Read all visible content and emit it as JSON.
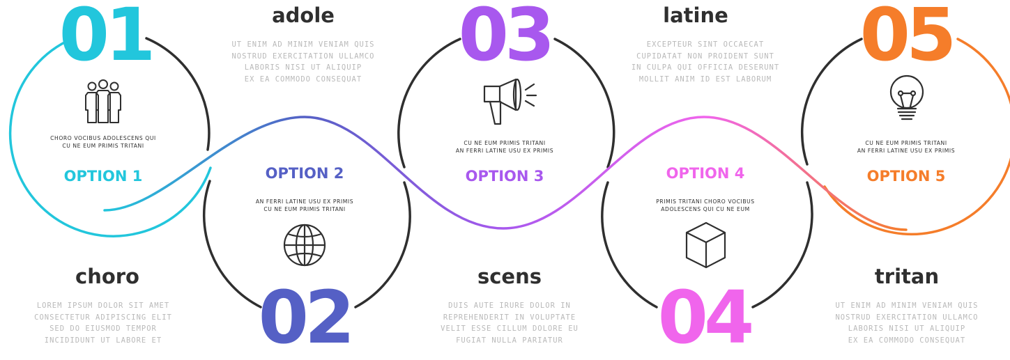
{
  "colors": {
    "opt1": "#22c6dc",
    "opt2": "#5560c5",
    "opt3": "#a858ee",
    "opt4": "#f065ec",
    "opt5": "#f57d2a",
    "dark": "#2f2f2f",
    "muted": "#b9b9b9"
  },
  "options": [
    {
      "number": "01",
      "label": "OPTION 1",
      "text": [
        "CHORO VOCIBUS ADOLESCENS QUI",
        "CU NE EUM PRIMIS TRITANI"
      ],
      "icon": "people-icon",
      "title": "choro",
      "description": [
        "LOREM IPSUM DOLOR SIT AMET",
        "CONSECTETUR ADIPISCING ELIT",
        "SED DO EIUSMOD TEMPOR",
        "INCIDIDUNT UT LABORE ET"
      ]
    },
    {
      "number": "02",
      "label": "OPTION 2",
      "text": [
        "AN FERRI LATINE USU EX PRIMIS",
        "CU NE EUM PRIMIS TRITANI"
      ],
      "icon": "globe-icon",
      "title": "adole",
      "description": [
        "UT ENIM AD MINIM VENIAM QUIS",
        "NOSTRUD EXERCITATION ULLAMCO",
        "LABORIS NISI UT ALIQUIP",
        "EX EA COMMODO CONSEQUAT"
      ]
    },
    {
      "number": "03",
      "label": "OPTION 3",
      "text": [
        "CU NE EUM PRIMIS TRITANI",
        "AN FERRI LATINE USU EX PRIMIS"
      ],
      "icon": "megaphone-icon",
      "title": "scens",
      "description": [
        "DUIS AUTE IRURE DOLOR IN",
        "REPREHENDERIT IN VOLUPTATE",
        "VELIT ESSE CILLUM DOLORE EU",
        "FUGIAT NULLA PARIATUR"
      ]
    },
    {
      "number": "04",
      "label": "OPTION 4",
      "text": [
        "PRIMIS TRITANI CHORO VOCIBUS",
        "ADOLESCENS QUI CU NE EUM"
      ],
      "icon": "cube-icon",
      "title": "latine",
      "description": [
        "EXCEPTEUR SINT OCCAECAT",
        "CUPIDATAT NON PROIDENT SUNT",
        "IN CULPA QUI OFFICIA DESERUNT",
        "MOLLIT ANIM ID EST LABORUM"
      ]
    },
    {
      "number": "05",
      "label": "OPTION 5",
      "text": [
        "CU NE EUM PRIMIS TRITANI",
        "AN FERRI LATINE USU EX PRIMIS"
      ],
      "icon": "lightbulb-icon",
      "title": "tritan",
      "description": [
        "UT ENIM AD MINIM VENIAM QUIS",
        "NOSTRUD EXERCITATION ULLAMCO",
        "LABORIS NISI UT ALIQUIP",
        "EX EA COMMODO CONSEQUAT"
      ]
    }
  ]
}
